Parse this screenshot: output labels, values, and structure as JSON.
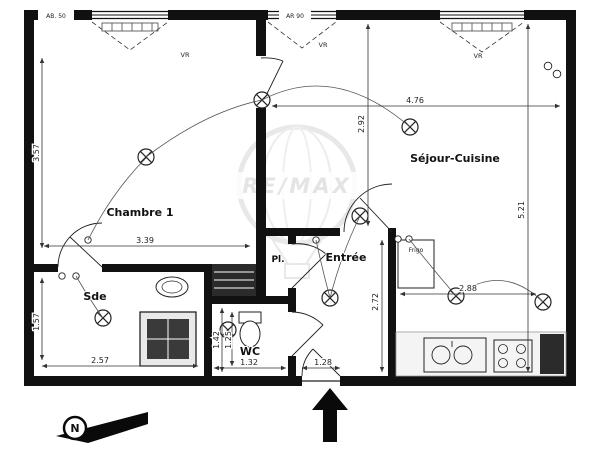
{
  "watermark": {
    "brand": "RE/MAX"
  },
  "labels": {
    "chambre": "Chambre 1",
    "sejour_cuisine": "Séjour-Cuisine",
    "sde": "Sde",
    "wc": "WC",
    "placard": "Pl.",
    "entree": "Entrée",
    "frigo": "Frigo",
    "vr": "VR",
    "ar50": "AB. 50",
    "ar90": "AR 90",
    "north": "N"
  },
  "dimensions": {
    "chambre_height": "3.57",
    "chambre_width": "3.39",
    "sde_width": "2.57",
    "sde_height": "1.57",
    "wc_depth": "1.42",
    "wc_inner_depth": "1.25",
    "wc_width": "1.32",
    "entrance_width": "1.28",
    "sejour_left_height": "2.92",
    "sejour_width": "4.76",
    "sejour_right_height": "5.21",
    "entree_height": "2.72",
    "cuisine_width": "2.88"
  }
}
